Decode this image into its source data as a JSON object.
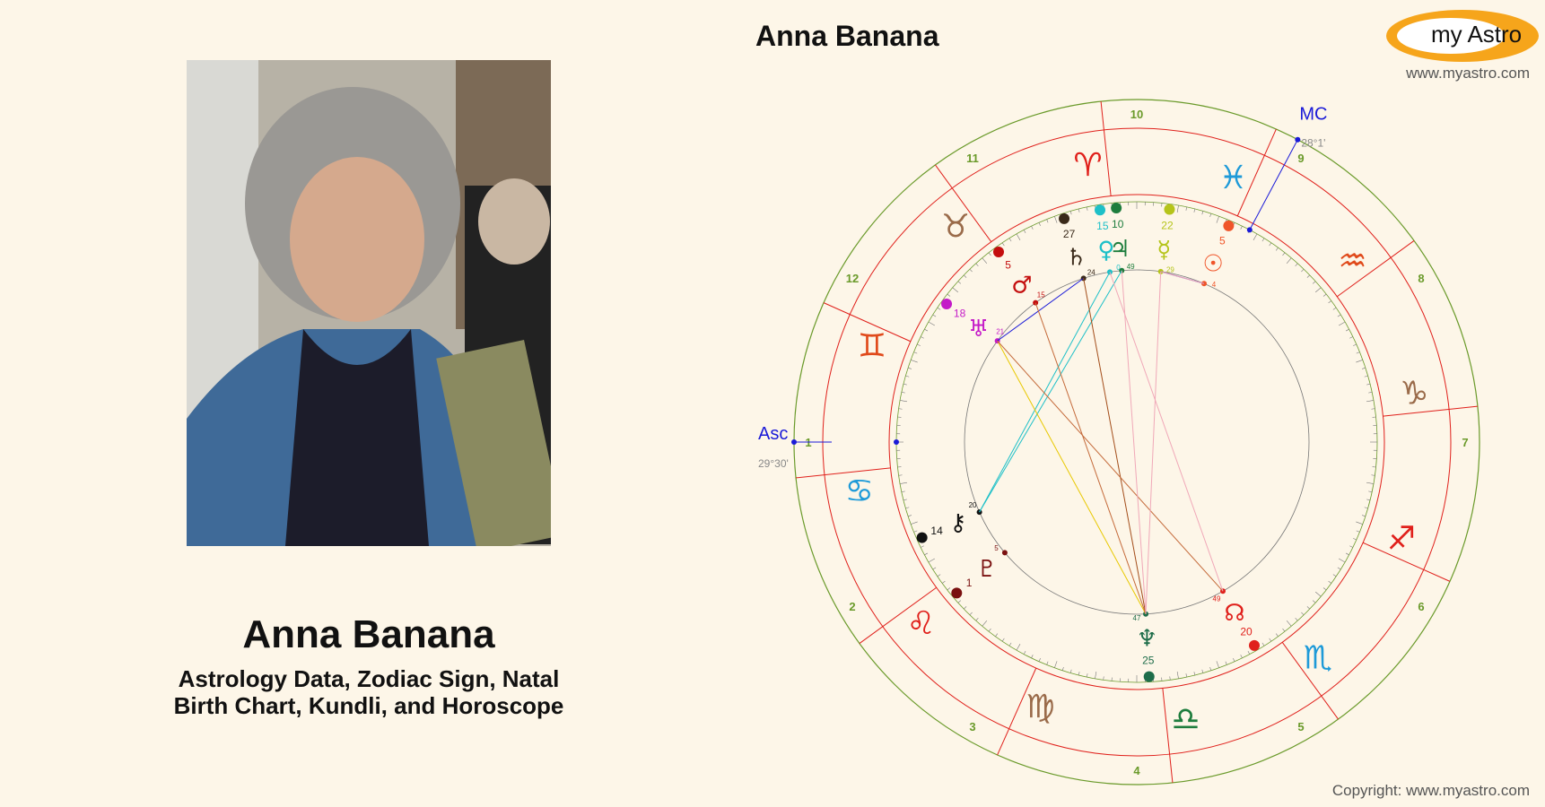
{
  "person": {
    "name": "Anna Banana",
    "subtitle_line1": "Astrology Data, Zodiac Sign, Natal",
    "subtitle_line2": "Birth Chart, Kundli, and Horoscope"
  },
  "chart_title": "Anna Banana",
  "logo": {
    "text": "my Astro",
    "color": "#f6a51b"
  },
  "site_url": "www.myastro.com",
  "copyright": "Copyright: www.myastro.com",
  "angles": {
    "asc_label": "Asc",
    "asc_degree": "29°30'",
    "mc_label": "MC",
    "mc_degree": "28°1'"
  },
  "houses": [
    "1",
    "2",
    "3",
    "4",
    "5",
    "6",
    "7",
    "8",
    "9",
    "10",
    "11",
    "12"
  ],
  "signs": [
    {
      "name": "aries",
      "glyph": "♈",
      "color": "#e0201b"
    },
    {
      "name": "taurus",
      "glyph": "♉",
      "color": "#9a6b4a"
    },
    {
      "name": "gemini",
      "glyph": "♊",
      "color": "#e04a1b"
    },
    {
      "name": "cancer",
      "glyph": "♋",
      "color": "#1e9ad8"
    },
    {
      "name": "leo",
      "glyph": "♌",
      "color": "#e0201b"
    },
    {
      "name": "virgo",
      "glyph": "♍",
      "color": "#9a6b4a"
    },
    {
      "name": "libra",
      "glyph": "♎",
      "color": "#1e7d3d"
    },
    {
      "name": "scorpio",
      "glyph": "♏",
      "color": "#1e9ad8"
    },
    {
      "name": "sagittarius",
      "glyph": "♐",
      "color": "#e0201b"
    },
    {
      "name": "capricorn",
      "glyph": "♑",
      "color": "#9a6b4a"
    },
    {
      "name": "aquarius",
      "glyph": "♒",
      "color": "#e04a1b"
    },
    {
      "name": "pisces",
      "glyph": "♓",
      "color": "#1e9ad8"
    }
  ],
  "planets": [
    {
      "name": "mercury",
      "glyph": "☿",
      "deg": "22",
      "min": "29",
      "color": "#b5c41a"
    },
    {
      "name": "sun",
      "glyph": "☉",
      "deg": "5",
      "min": "4",
      "color": "#f0552a"
    },
    {
      "name": "jupiter",
      "glyph": "♃",
      "deg": "10",
      "min": "49",
      "color": "#1e7d3d"
    },
    {
      "name": "venus",
      "glyph": "♀",
      "deg": "15",
      "min": "0",
      "color": "#1ec0c8"
    },
    {
      "name": "saturn",
      "glyph": "♄",
      "deg": "27",
      "min": "24",
      "color": "#3a2a1a"
    },
    {
      "name": "mars",
      "glyph": "♂",
      "deg": "5",
      "min": "15",
      "color": "#c40e0e"
    },
    {
      "name": "uranus",
      "glyph": "♅",
      "deg": "18",
      "min": "21",
      "color": "#c41ac8"
    },
    {
      "name": "chiron",
      "glyph": "⚷",
      "deg": "14",
      "min": "20",
      "color": "#111111"
    },
    {
      "name": "pluto",
      "glyph": "♇",
      "deg": "1",
      "min": "5",
      "color": "#7a1010"
    },
    {
      "name": "node",
      "glyph": "☊",
      "deg": "20",
      "min": "49",
      "color": "#e0201b"
    },
    {
      "name": "neptune",
      "glyph": "♆",
      "deg": "25",
      "min": "47",
      "color": "#1e6d4a"
    }
  ],
  "colors": {
    "background": "#fdf6e8",
    "outer_ring": "#6a9a2a",
    "house_lines": "#e0201b",
    "angle_color": "#1a1ad8"
  }
}
